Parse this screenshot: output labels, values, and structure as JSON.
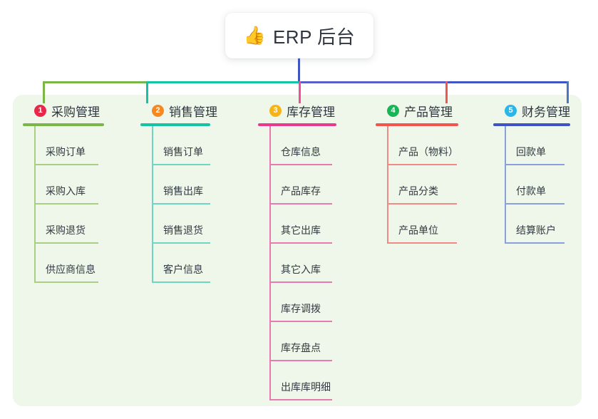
{
  "root": {
    "icon": "thumbs-up-icon",
    "emoji": "👍",
    "title": "ERP 后台"
  },
  "panel": {
    "background_color": "#eef7e9"
  },
  "connector": {
    "trunk_color": "#4055c0",
    "segments": [
      {
        "color": "#7ab648"
      },
      {
        "color": "#13c3a4"
      },
      {
        "color": "#5a5fc8"
      },
      {
        "color": "#4055c0"
      }
    ]
  },
  "columns": [
    {
      "number": "1",
      "title": "采购管理",
      "badge_color": "#e8284a",
      "line_color": "#7ab648",
      "item_line_color": "#a8cf84",
      "drop_color": "#7ab648",
      "items": [
        {
          "label": "采购订单"
        },
        {
          "label": "采购入库"
        },
        {
          "label": "采购退货"
        },
        {
          "label": "供应商信息"
        }
      ]
    },
    {
      "number": "2",
      "title": "销售管理",
      "badge_color": "#f6881f",
      "line_color": "#13c3a4",
      "item_line_color": "#6fd4c2",
      "drop_color": "#13c3a4",
      "items": [
        {
          "label": "销售订单"
        },
        {
          "label": "销售出库"
        },
        {
          "label": "销售退货"
        },
        {
          "label": "客户信息"
        }
      ]
    },
    {
      "number": "3",
      "title": "库存管理",
      "badge_color": "#f5b417",
      "line_color": "#e8398f",
      "item_line_color": "#e87ab2",
      "drop_color": "#ef4e9b",
      "items": [
        {
          "label": "仓库信息"
        },
        {
          "label": "产品库存"
        },
        {
          "label": "其它出库"
        },
        {
          "label": "其它入库"
        },
        {
          "label": "库存调拨"
        },
        {
          "label": "库存盘点"
        },
        {
          "label": "出库库明细"
        }
      ]
    },
    {
      "number": "4",
      "title": "产品管理",
      "badge_color": "#18b558",
      "line_color": "#f4534f",
      "item_line_color": "#f08a84",
      "drop_color": "#f4534f",
      "items": [
        {
          "label": "产品（物料）"
        },
        {
          "label": "产品分类"
        },
        {
          "label": "产品单位"
        }
      ]
    },
    {
      "number": "5",
      "title": "财务管理",
      "badge_color": "#29b6e8",
      "line_color": "#3f53c6",
      "item_line_color": "#8aa0dd",
      "drop_color": "#4e74c8",
      "items": [
        {
          "label": "回款单"
        },
        {
          "label": "付款单"
        },
        {
          "label": "结算账户"
        }
      ]
    }
  ]
}
